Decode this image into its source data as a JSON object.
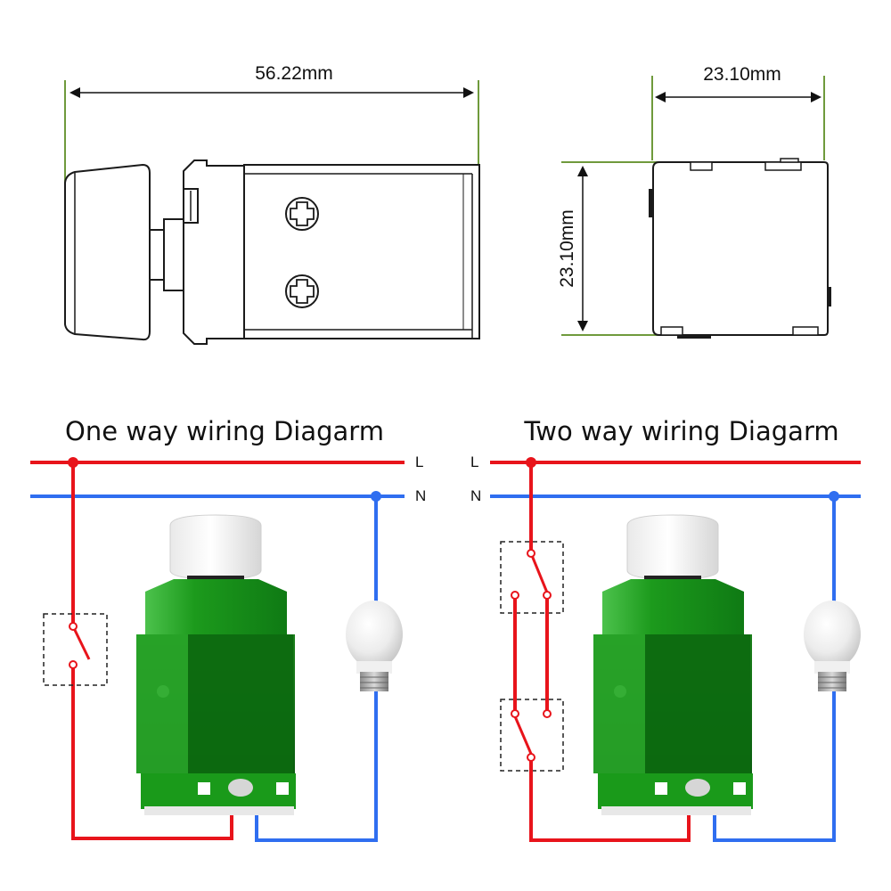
{
  "dimensions": {
    "width_label": "56.22mm",
    "side_width_label": "23.10mm",
    "side_height_label": "23.10mm"
  },
  "diagrams": {
    "one_way": {
      "title": "One way wiring Diagarm",
      "live_label": "L",
      "neutral_label": "N"
    },
    "two_way": {
      "title": "Two way wiring Diagarm",
      "live_label": "L",
      "neutral_label": "N"
    }
  },
  "colors": {
    "live_wire": "#e8141b",
    "neutral_wire": "#2f6ef0",
    "dimension_line": "#6f9a3c",
    "module_green": "#1fa01f",
    "module_dark_green": "#0d6f12",
    "outline": "#1a1a1a"
  },
  "icons": [
    "screw-icon",
    "light-bulb-icon",
    "switch-icon",
    "dimmer-module"
  ]
}
